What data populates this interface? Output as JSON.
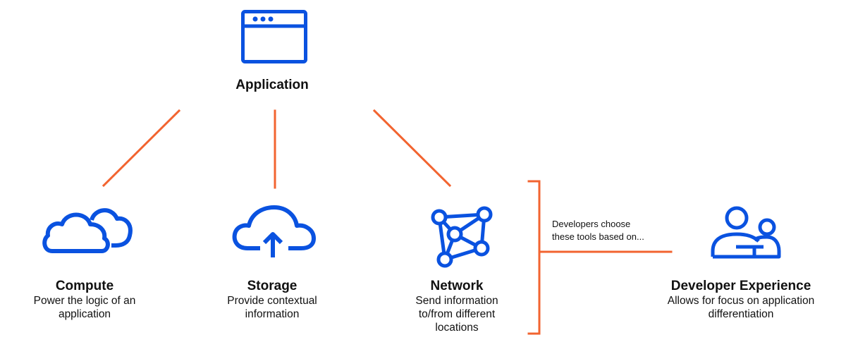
{
  "colors": {
    "accent": "#0A52E0",
    "connector": "#F26430",
    "text": "#111111"
  },
  "root": {
    "title": "Application",
    "icon": "browser-window-icon"
  },
  "nodes": [
    {
      "title": "Compute",
      "desc1": "Power the logic of an",
      "desc2": "application",
      "icon": "clouds-icon"
    },
    {
      "title": "Storage",
      "desc1": "Provide contextual",
      "desc2": "information",
      "icon": "cloud-upload-icon"
    },
    {
      "title": "Network",
      "desc1": "Send information",
      "desc2": "to/from different",
      "desc3": "locations",
      "icon": "network-nodes-icon"
    },
    {
      "title": "Developer Experience",
      "desc1": "Allows for focus on application",
      "desc2": "differentiation",
      "icon": "users-icon"
    }
  ],
  "bracket_note": {
    "line1": "Developers choose",
    "line2": "these tools based on..."
  }
}
